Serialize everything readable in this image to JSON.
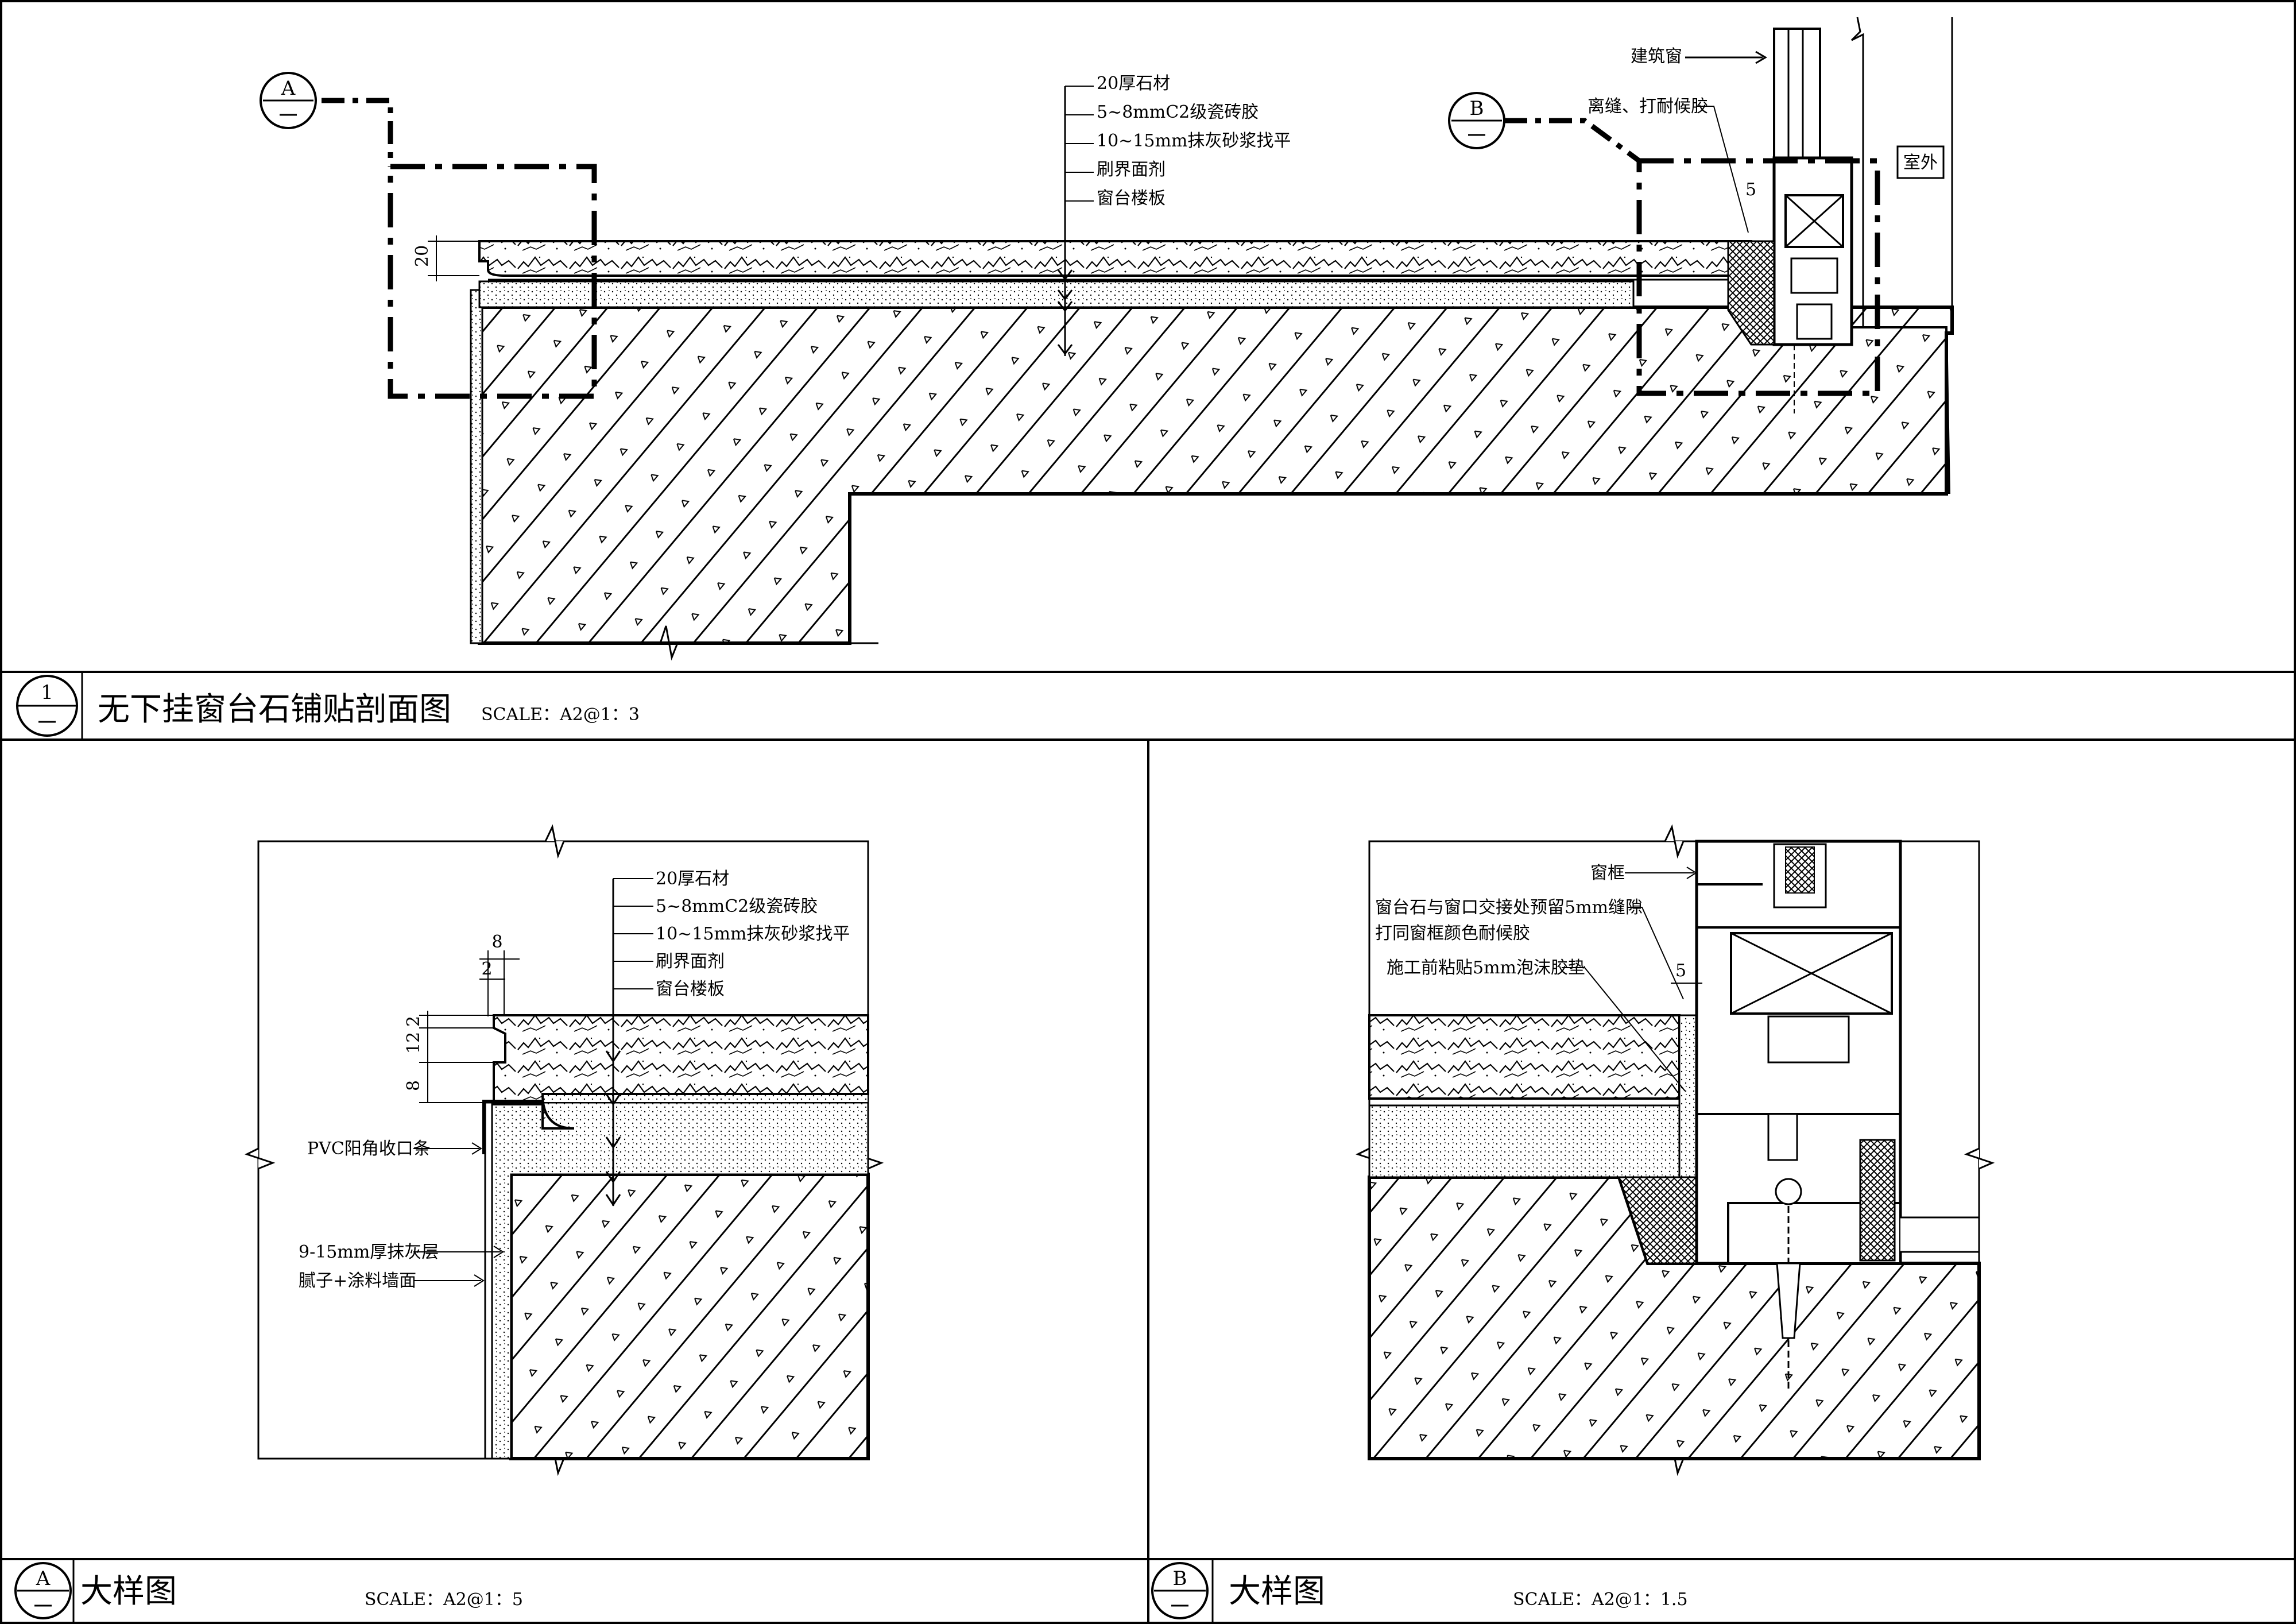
{
  "section_main": {
    "bubble_top": "1",
    "title": "无下挂窗台石铺贴剖面图",
    "scale": "SCALE：A2@1：3",
    "callout_a": "A",
    "callout_b": "B",
    "layers": [
      "20厚石材",
      "5~8mmC2级瓷砖胶",
      "10~15mm抹灰砂浆找平",
      "刷界面剂",
      "窗台楼板"
    ],
    "window_label": "建筑窗",
    "sealant_label": "离缝、打耐候胶",
    "exterior_label": "室外",
    "dim_20": "20",
    "dim_5": "5"
  },
  "detail_a": {
    "bubble": "A",
    "title": "大样图",
    "scale": "SCALE：A2@1：5",
    "layers": [
      "20厚石材",
      "5~8mmC2级瓷砖胶",
      "10~15mm抹灰砂浆找平",
      "刷界面剂",
      "窗台楼板"
    ],
    "pvc_label": "PVC阳角收口条",
    "plaster_label": "9-15mm厚抹灰层",
    "putty_label": "腻子+涂料墙面",
    "dims": [
      "8",
      "2",
      "2",
      "12",
      "8"
    ]
  },
  "detail_b": {
    "bubble": "B",
    "title": "大样图",
    "scale": "SCALE：A2@1：1.5",
    "frame_label": "窗框",
    "gap_label_1": "窗台石与窗口交接处预留5mm缝隙",
    "gap_label_2": "打同窗框颜色耐候胶",
    "foam_label": "施工前粘贴5mm泡沫胶垫",
    "dim_5": "5"
  }
}
